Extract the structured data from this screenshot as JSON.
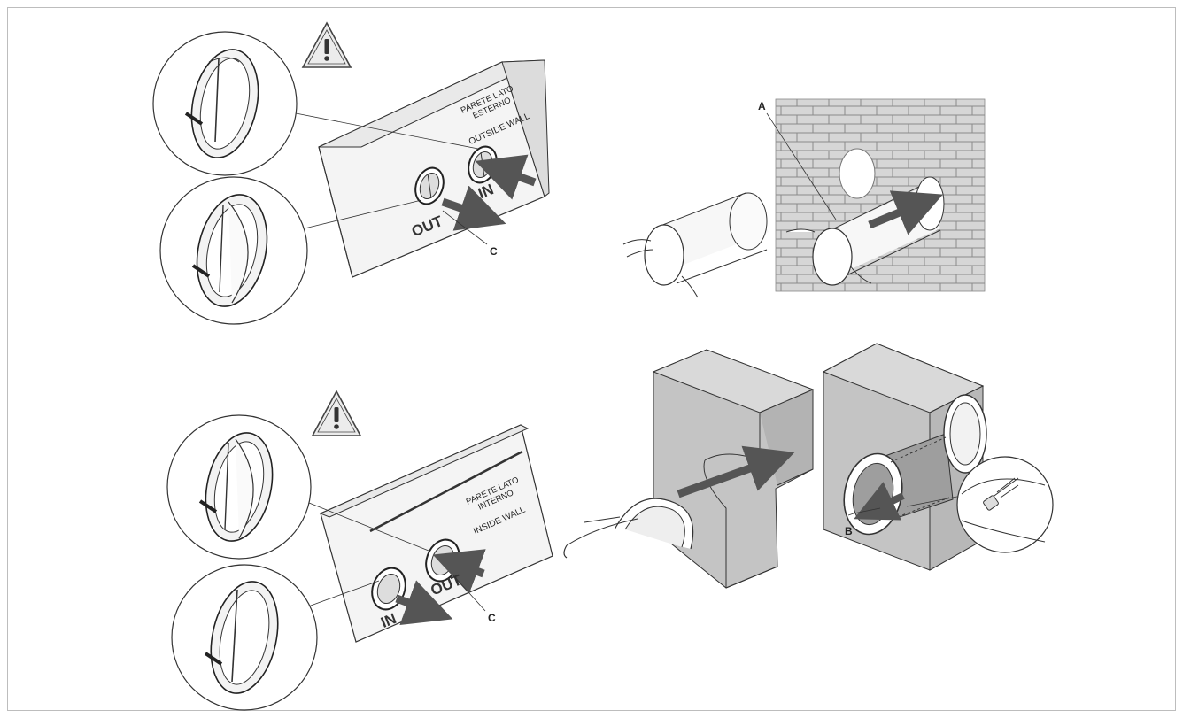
{
  "colors": {
    "line": "#2b2b2b",
    "wall_fill": "#f2f2f2",
    "block_fill": "#c8c8c8",
    "block_top": "#d9d9d9",
    "brick_bg": "#d6d6d6",
    "arrow": "#555555",
    "frame": "#bdbdbd"
  },
  "icons": [
    "warning-icon"
  ],
  "panel_outside": {
    "wall_text_it": [
      "PARETE LATO",
      "ESTERNO"
    ],
    "wall_text_en": "OUTSIDE WALL",
    "label_in": "IN",
    "label_out": "OUT",
    "callout": "C"
  },
  "panel_inside": {
    "wall_text_it": [
      "PARETE LATO",
      "INTERNO"
    ],
    "wall_text_en": "INSIDE WALL",
    "label_in": "IN",
    "label_out": "OUT",
    "callout": "C"
  },
  "panel_tube": {
    "callout": "A"
  },
  "panel_block": {
    "callout": "B"
  }
}
